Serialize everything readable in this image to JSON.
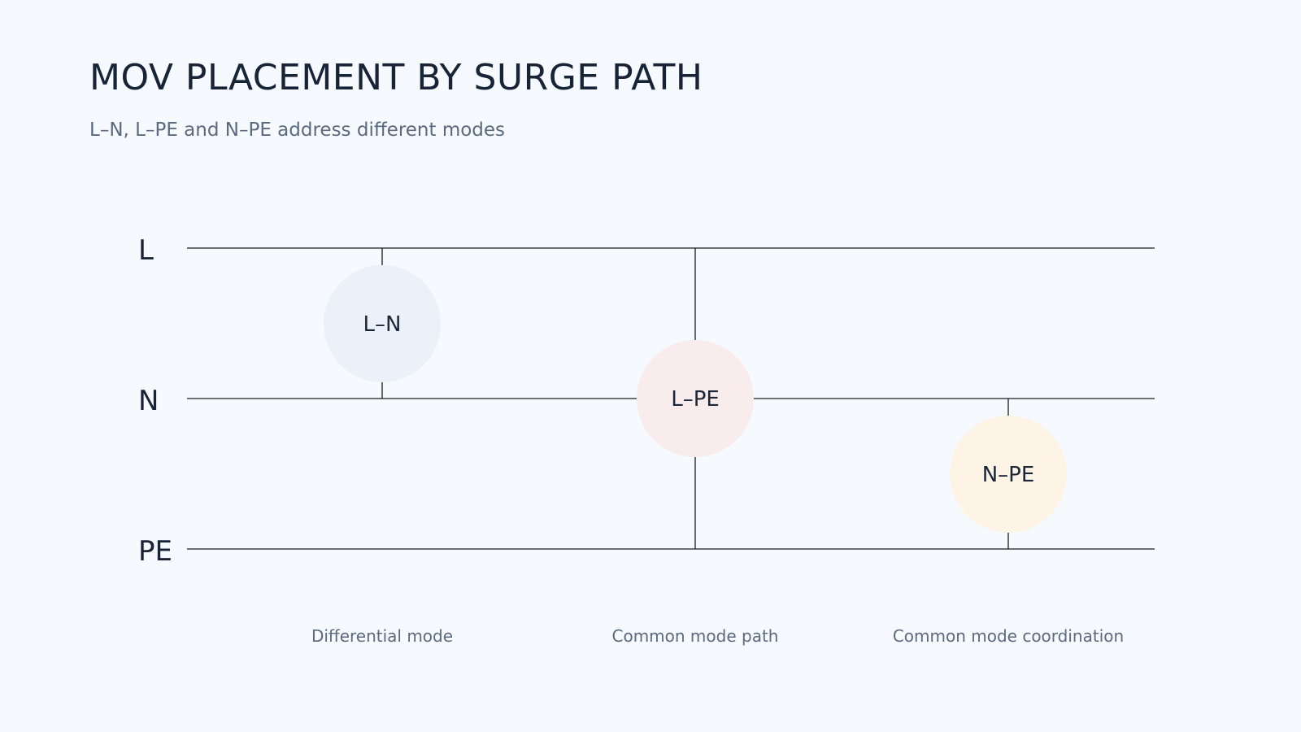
{
  "header": {
    "title": "MOV PLACEMENT BY SURGE PATH",
    "subtitle": "L–N, L–PE and N–PE address different modes"
  },
  "rails": [
    {
      "id": "L",
      "label": "L"
    },
    {
      "id": "N",
      "label": "N"
    },
    {
      "id": "PE",
      "label": "PE"
    }
  ],
  "movs": [
    {
      "label": "L–N",
      "from": "L",
      "to": "N",
      "caption": "Differential mode",
      "color": "#eaf1f8"
    },
    {
      "label": "L–PE",
      "from": "L",
      "to": "PE",
      "caption": "Common mode path",
      "color": "#f9ecec"
    },
    {
      "label": "N–PE",
      "from": "N",
      "to": "PE",
      "caption": "Common mode coordination",
      "color": "#fdf4e6"
    }
  ]
}
